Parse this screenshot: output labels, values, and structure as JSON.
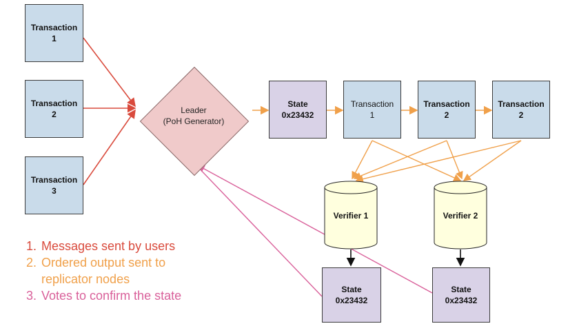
{
  "colors": {
    "users": "#d94a3c",
    "ordered": "#f0a04a",
    "votes": "#d9609a",
    "transaction_fill": "#c9dbea",
    "state_fill": "#d9d2e7",
    "leader_fill": "#f0caca"
  },
  "user_transactions": [
    {
      "label": "Transaction\n1"
    },
    {
      "label": "Transaction\n2"
    },
    {
      "label": "Transaction\n3"
    }
  ],
  "leader": {
    "label": "Leader\n(PoH Generator)"
  },
  "state_main": {
    "label": "State\n0x23432"
  },
  "chain": [
    {
      "label": "Transaction\n1"
    },
    {
      "label": "Transaction\n2"
    },
    {
      "label": "Transaction\n2"
    }
  ],
  "verifiers": [
    {
      "label": "Verifier 1"
    },
    {
      "label": "Verifier 2"
    }
  ],
  "verifier_states": [
    {
      "label": "State\n0x23432"
    },
    {
      "label": "State\n0x23432"
    }
  ],
  "legend": [
    {
      "num": "1.",
      "text": "Messages sent by users",
      "color": "#d94a3c"
    },
    {
      "num": "2.",
      "text": "Ordered output sent to\nreplicator nodes",
      "color": "#f0a04a"
    },
    {
      "num": "3.",
      "text": "Votes to confirm the state",
      "color": "#d9609a"
    }
  ]
}
